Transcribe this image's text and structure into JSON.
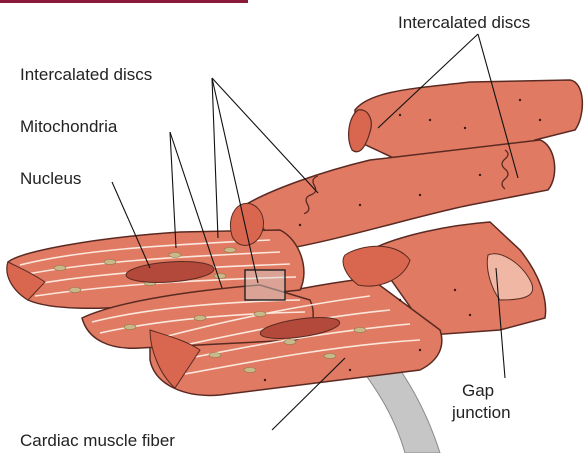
{
  "labels": {
    "intercalated_discs_top_right": "Intercalated discs",
    "intercalated_discs_left": "Intercalated discs",
    "mitochondria": "Mitochondria",
    "nucleus": "Nucleus",
    "gap": "Gap",
    "junction": "junction",
    "cardiac_muscle_fiber": "Cardiac muscle fiber"
  },
  "colors": {
    "muscle": "#e07a62",
    "muscle_dark": "#c8553f",
    "muscle_outline": "#5a2a22",
    "myofibril": "#d9674f",
    "mitochondrion": "#c9b98a",
    "nucleus": "#b2493a",
    "gap_junction": "#f0b8a4",
    "pipette": "#c6c6c6",
    "accent_line": "#8b1a3a"
  }
}
